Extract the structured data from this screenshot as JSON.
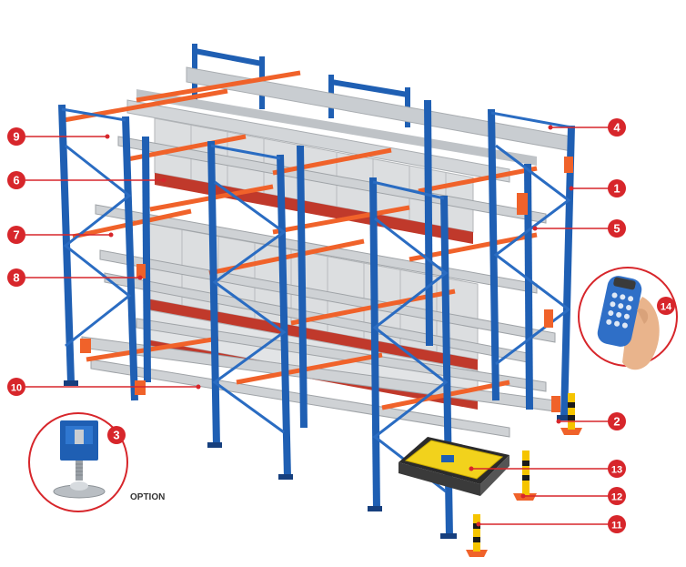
{
  "colors": {
    "upright": "#1f5fb3",
    "upright_dark": "#163f7e",
    "beam": "#f0622a",
    "rail": "#c9cdd1",
    "carton": "#d9dbdd",
    "pallet": "#c0392b",
    "callout": "#d7262b",
    "shuttle": "#f2d21c",
    "bollard_yellow": "#f5c400",
    "bollard_black": "#1a1a1a"
  },
  "callouts": [
    {
      "id": "c1",
      "label": "1"
    },
    {
      "id": "c2",
      "label": "2"
    },
    {
      "id": "c3",
      "label": "3"
    },
    {
      "id": "c4",
      "label": "4"
    },
    {
      "id": "c5",
      "label": "5"
    },
    {
      "id": "c6",
      "label": "6"
    },
    {
      "id": "c7",
      "label": "7"
    },
    {
      "id": "c8",
      "label": "8"
    },
    {
      "id": "c9",
      "label": "9"
    },
    {
      "id": "c10",
      "label": "10"
    },
    {
      "id": "c11",
      "label": "11"
    },
    {
      "id": "c12",
      "label": "12"
    },
    {
      "id": "c13",
      "label": "13"
    },
    {
      "id": "c14",
      "label": "14"
    }
  ],
  "inset_footplate": {
    "option_label": "OPTION"
  },
  "inset_remote": {
    "icon": "remote-control-icon"
  }
}
